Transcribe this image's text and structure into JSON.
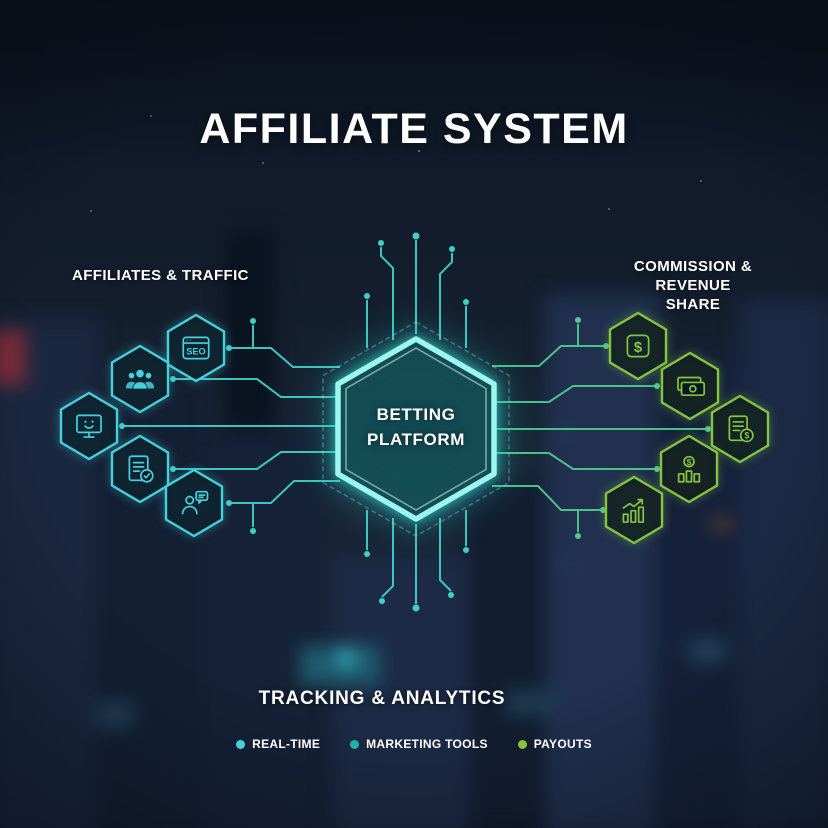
{
  "title": "AFFILIATE SYSTEM",
  "center_node": {
    "label": "BETTING PLATFORM"
  },
  "left_group": {
    "label": "AFFILIATES & TRAFFIC",
    "accent_color": "#45D0E0",
    "items": [
      {
        "icon": "seo-browser-icon",
        "icon_text": "SEO"
      },
      {
        "icon": "team-icon"
      },
      {
        "icon": "monitor-chat-icon"
      },
      {
        "icon": "report-check-icon"
      },
      {
        "icon": "support-chat-icon"
      }
    ]
  },
  "right_group": {
    "label": "COMMISSION & REVENUE SHARE",
    "accent_color": "#85C440",
    "items": [
      {
        "icon": "dollar-card-icon",
        "icon_text": "$"
      },
      {
        "icon": "banknotes-icon"
      },
      {
        "icon": "invoice-dollar-icon",
        "icon_text": "$"
      },
      {
        "icon": "coin-stack-icon",
        "icon_text": "$"
      },
      {
        "icon": "growth-chart-icon"
      }
    ]
  },
  "bottom": {
    "heading": "TRACKING & ANALYTICS",
    "legend": [
      {
        "label": "REAL-TIME",
        "color": "#45D0E0"
      },
      {
        "label": "MARKETING TOOLS",
        "color": "#1FB5A3"
      },
      {
        "label": "PAYOUTS",
        "color": "#85C440"
      }
    ]
  },
  "colors": {
    "background": "#121C2C",
    "title": "#FFFFFF",
    "center_glow": "#5FE8E2",
    "trace_left": "#3ECFC9",
    "trace_right": "#4FC98F"
  }
}
